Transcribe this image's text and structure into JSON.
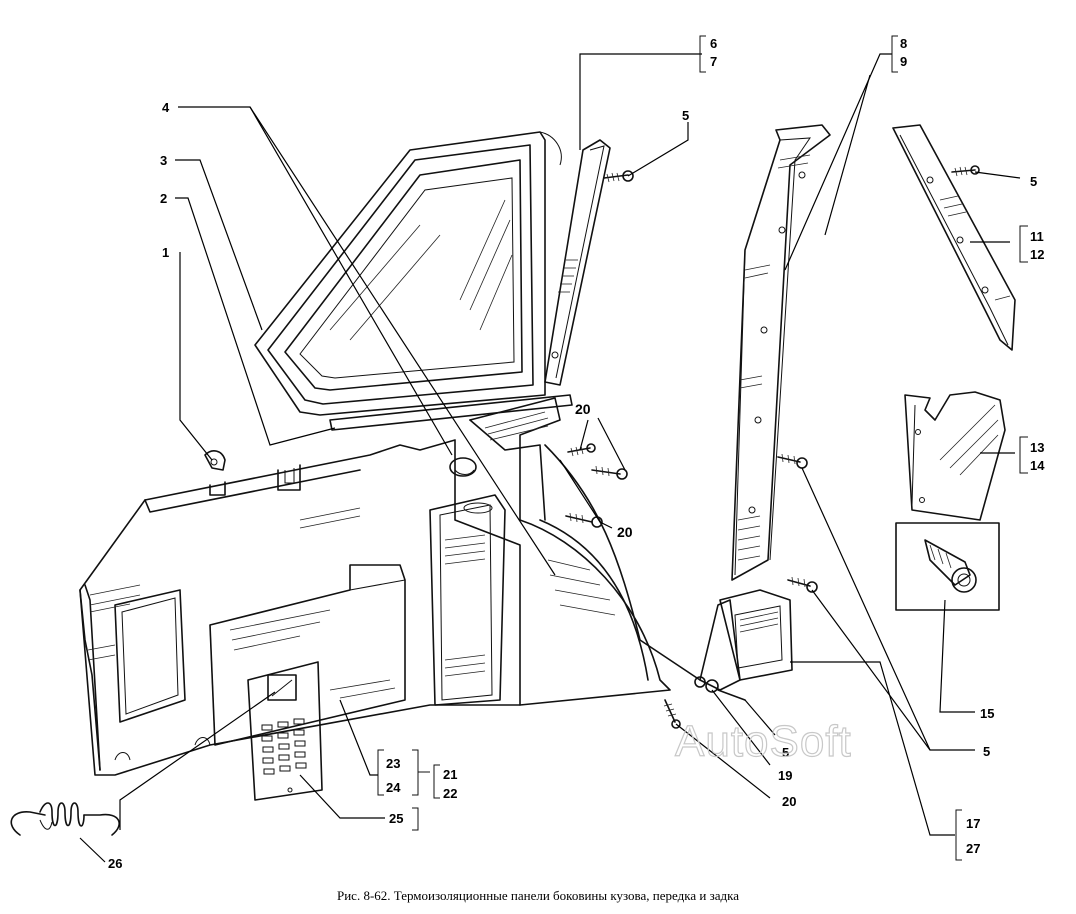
{
  "caption": "Рис. 8-62. Термоизоляционные панели боковины кузова, передка и задка",
  "watermark": "AutoSoft",
  "labels": {
    "l1": "1",
    "l2": "2",
    "l3": "3",
    "l4": "4",
    "l5a": "5",
    "l5b": "5",
    "l5c": "5",
    "l5d": "5",
    "l6": "6",
    "l7": "7",
    "l8": "8",
    "l9": "9",
    "l11": "11",
    "l12": "12",
    "l13": "13",
    "l14": "14",
    "l15": "15",
    "l17": "17",
    "l27": "27",
    "l19": "19",
    "l20a": "20",
    "l20b": "20",
    "l20c": "20",
    "l21": "21",
    "l22": "22",
    "l23": "23",
    "l24": "24",
    "l25": "25",
    "l26": "26"
  }
}
